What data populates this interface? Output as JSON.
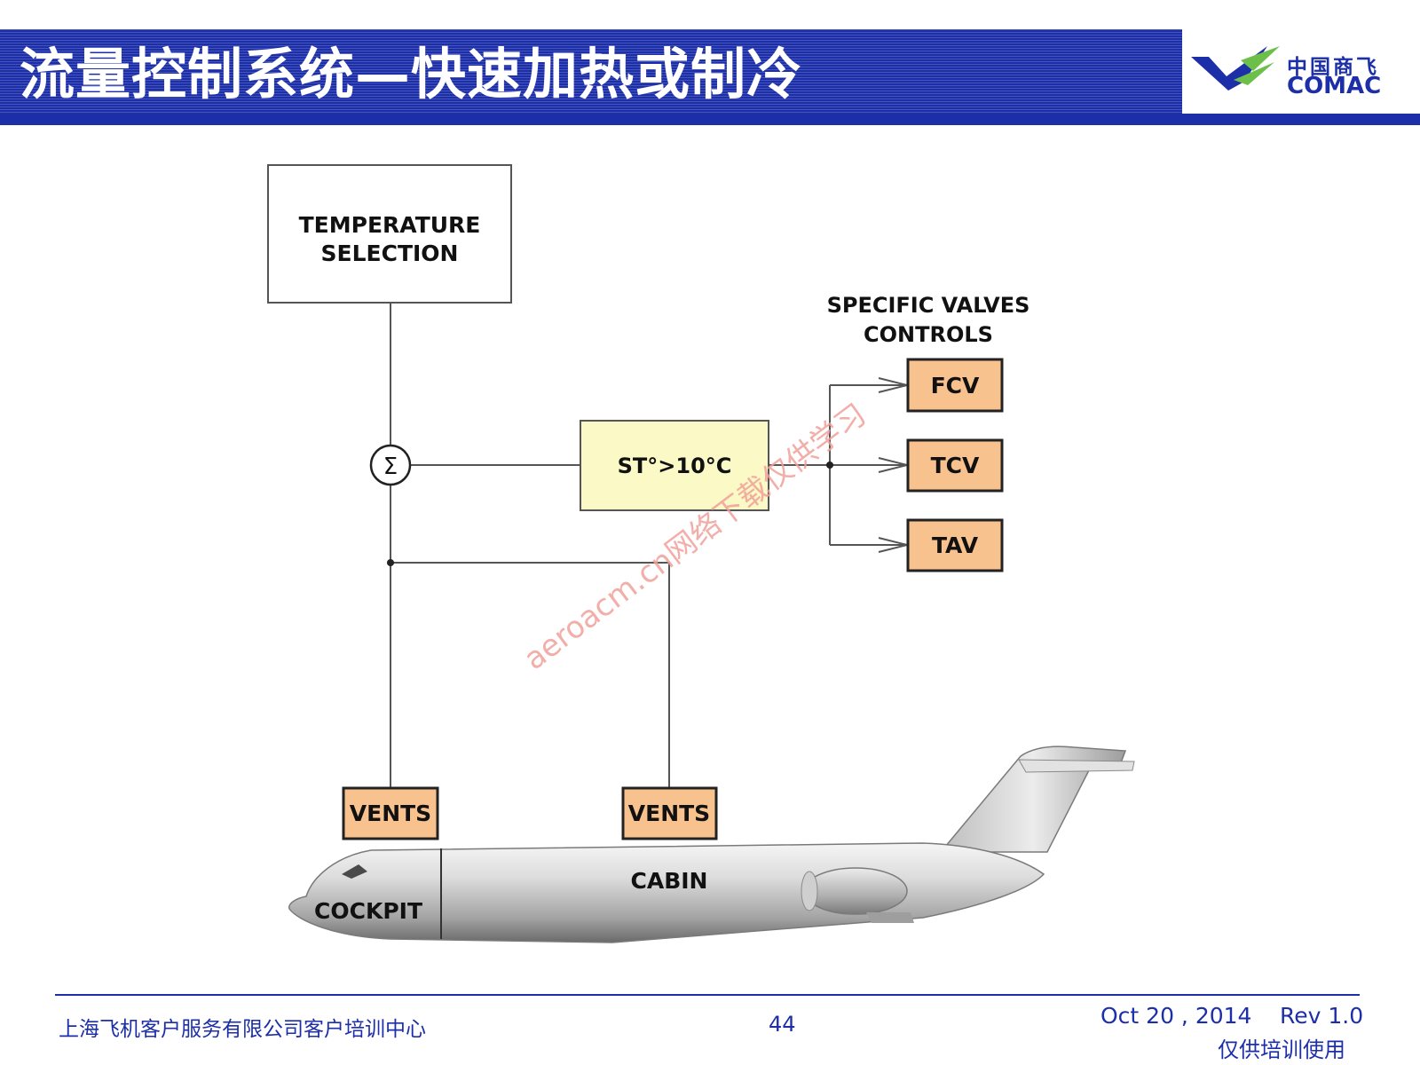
{
  "header": {
    "title": "流量控制系统—快速加热或制冷"
  },
  "logo": {
    "cn_text": "中国商飞",
    "en_text": "COMAC",
    "colors": {
      "blue": "#1c2fa8",
      "green": "#6cc04a"
    }
  },
  "diagram": {
    "temperature_selection": [
      "TEMPERATURE",
      "SELECTION"
    ],
    "summing_symbol": "Σ",
    "condition": "ST°>10°C",
    "valves_title": [
      "SPECIFIC VALVES",
      "CONTROLS"
    ],
    "valves": [
      "FCV",
      "TCV",
      "TAV"
    ],
    "vents_left": "VENTS",
    "vents_right": "VENTS",
    "cockpit_label": "COCKPIT",
    "cabin_label": "CABIN",
    "watermark": "aeroacm.cn网络下载仅供学习",
    "colors": {
      "valve_fill": "#f8c28e",
      "condition_fill": "#fbf9c5",
      "line": "#555555",
      "watermark": "#f0a099"
    }
  },
  "footer": {
    "company": "上海飞机客户服务有限公司客户培训中心",
    "page": "44",
    "date": "Oct 20 , 2014",
    "rev": "Rev 1.0",
    "training": "仅供培训使用"
  }
}
